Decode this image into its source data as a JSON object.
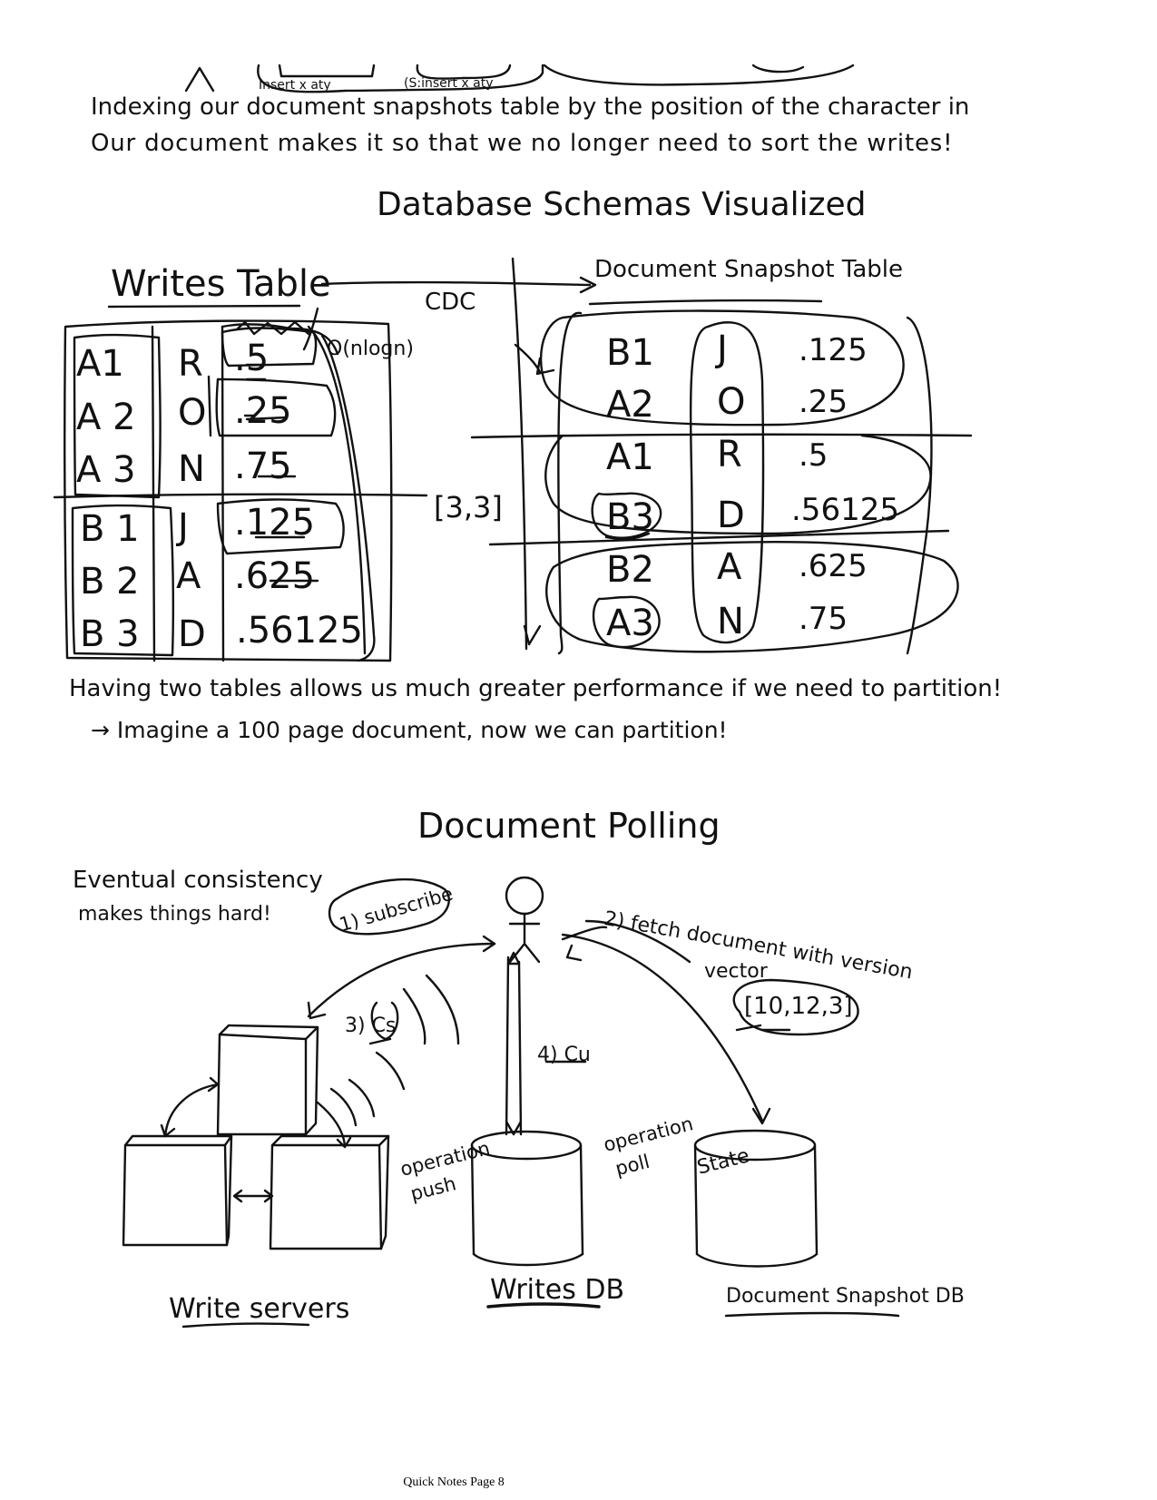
{
  "top_fragment": {
    "left_label": "Insert x aty",
    "right_label": "(S:insert x aty"
  },
  "intro": {
    "line1": "Indexing our document snapshots table by the position of the character in",
    "line2": "Our document makes it so that we no longer need to sort the writes!"
  },
  "schemas": {
    "title": "Database Schemas Visualized",
    "writes_title": "Writes Table",
    "snapshot_title": "Document Snapshot Table",
    "cdc_label": "CDC",
    "complexity_label": "O(nlogn)",
    "partition_label": "[3,3]",
    "writes_rows": [
      {
        "id": "A1",
        "char": "R",
        "pos": ".5"
      },
      {
        "id": "A 2",
        "char": "O",
        "pos": ".25"
      },
      {
        "id": "A 3",
        "char": "N",
        "pos": ".75"
      },
      {
        "id": "B 1",
        "char": "J",
        "pos": ".125"
      },
      {
        "id": "B 2",
        "char": "A",
        "pos": ".625"
      },
      {
        "id": "B 3",
        "char": "D",
        "pos": ".56125"
      }
    ],
    "snapshot_rows": [
      {
        "id": "B1",
        "char": "J",
        "pos": ".125"
      },
      {
        "id": "A2",
        "char": "O",
        "pos": ".25"
      },
      {
        "id": "A1",
        "char": "R",
        "pos": ".5"
      },
      {
        "id": "B3",
        "char": "D",
        "pos": ".56125"
      },
      {
        "id": "B2",
        "char": "A",
        "pos": ".625"
      },
      {
        "id": "A3",
        "char": "N",
        "pos": ".75"
      }
    ],
    "note1": "Having two tables allows us much greater performance if we need to partition!",
    "note2": "→ Imagine a 100 page document, now we can partition!"
  },
  "polling": {
    "title": "Document Polling",
    "aside_line1": "Eventual consistency",
    "aside_line2": "makes things hard!",
    "step1": "1) subscribe",
    "step2_line1": "2) fetch document with version",
    "step2_line2": "vector",
    "version_vector": "[10,12,3]",
    "step3": "3) Cs",
    "step4": "4) Cu",
    "op_push_line1": "operation",
    "op_push_line2": "push",
    "op_poll_line1": "operation",
    "op_poll_line2": "poll",
    "state_label": "State",
    "write_servers_label": "Write servers",
    "writes_db_label": "Writes DB",
    "snapshot_db_label": "Document Snapshot DB"
  },
  "footer": "Quick Notes Page 8"
}
